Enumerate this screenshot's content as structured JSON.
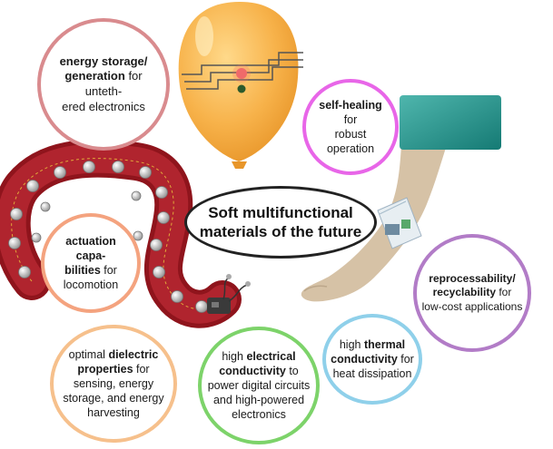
{
  "title": {
    "line1": "Soft multifunctional",
    "line2": "materials of the future"
  },
  "bubbles": [
    {
      "id": "energy",
      "color": "#d98b8e",
      "parts": [
        {
          "b": "energy storage/"
        },
        {
          "br": 1
        },
        {
          "b": "generation"
        },
        {
          "t": " for unteth-"
        },
        {
          "br": 1
        },
        {
          "t": "ered electronics"
        }
      ]
    },
    {
      "id": "selfheal",
      "color": "#e866e8",
      "parts": [
        {
          "b": "self-healing"
        },
        {
          "t": " for"
        },
        {
          "br": 1
        },
        {
          "t": "robust operation"
        }
      ]
    },
    {
      "id": "actuation",
      "color": "#f4a37f",
      "parts": [
        {
          "b": "actuation capa-"
        },
        {
          "br": 1
        },
        {
          "b": "bilities"
        },
        {
          "t": " for"
        },
        {
          "br": 1
        },
        {
          "t": "locomotion"
        }
      ]
    },
    {
      "id": "recycle",
      "color": "#b27cc7",
      "parts": [
        {
          "b": "reprocessability/"
        },
        {
          "br": 1
        },
        {
          "b": "recyclability"
        },
        {
          "t": " for"
        },
        {
          "br": 1
        },
        {
          "t": "low-cost applications"
        }
      ]
    },
    {
      "id": "dielectric",
      "color": "#f6c08c",
      "parts": [
        {
          "t": "optimal "
        },
        {
          "b": "dielectric"
        },
        {
          "br": 1
        },
        {
          "b": "properties"
        },
        {
          "t": " for"
        },
        {
          "br": 1
        },
        {
          "t": "sensing, energy"
        },
        {
          "br": 1
        },
        {
          "t": "storage, and energy"
        },
        {
          "br": 1
        },
        {
          "t": "harvesting"
        }
      ]
    },
    {
      "id": "electrical",
      "color": "#7dd36a",
      "parts": [
        {
          "t": "high "
        },
        {
          "b": "electrical"
        },
        {
          "br": 1
        },
        {
          "b": "conductivity"
        },
        {
          "t": " to"
        },
        {
          "br": 1
        },
        {
          "t": "power digital circuits"
        },
        {
          "br": 1
        },
        {
          "t": "and high-powered"
        },
        {
          "br": 1
        },
        {
          "t": "electronics"
        }
      ]
    },
    {
      "id": "thermal",
      "color": "#8fd0ea",
      "parts": [
        {
          "t": "high "
        },
        {
          "b": "thermal"
        },
        {
          "br": 1
        },
        {
          "b": "conductivity"
        },
        {
          "t": " for"
        },
        {
          "br": 1
        },
        {
          "t": "heat dissipation"
        }
      ]
    }
  ]
}
